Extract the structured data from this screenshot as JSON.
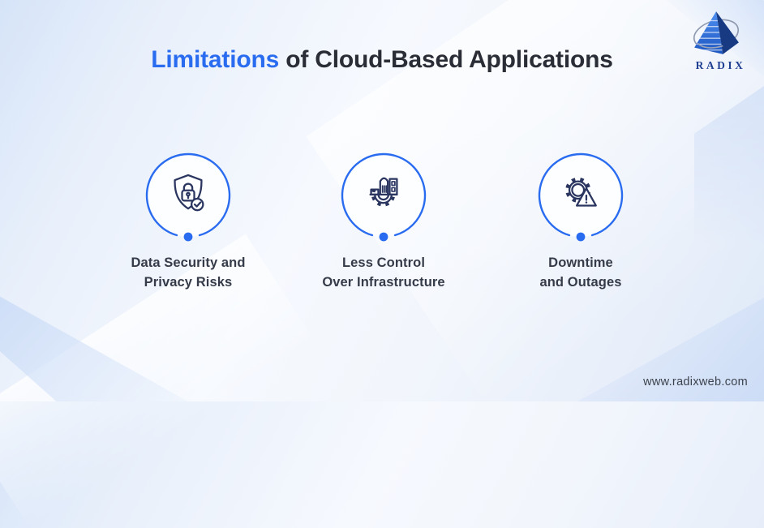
{
  "header": {
    "title_highlight": "Limitations",
    "title_rest": " of Cloud-Based Applications"
  },
  "logo": {
    "brand": "RADIX"
  },
  "items": [
    {
      "icon": "shield-lock-check",
      "label_line1": "Data Security and",
      "label_line2": "Privacy Risks"
    },
    {
      "icon": "buildings-gear",
      "label_line1": "Less Control",
      "label_line2": "Over Infrastructure"
    },
    {
      "icon": "gear-warning",
      "label_line1": "Downtime",
      "label_line2": "and Outages"
    }
  ],
  "footer": {
    "website": "www.radixweb.com"
  },
  "colors": {
    "accent_blue": "#2a6cf0",
    "icon_navy": "#2a3560",
    "title_dark": "#2b2d36",
    "label_dark": "#353b48",
    "logo_navy": "#1e3f92",
    "background_light_blue": "#d6e4f8"
  }
}
